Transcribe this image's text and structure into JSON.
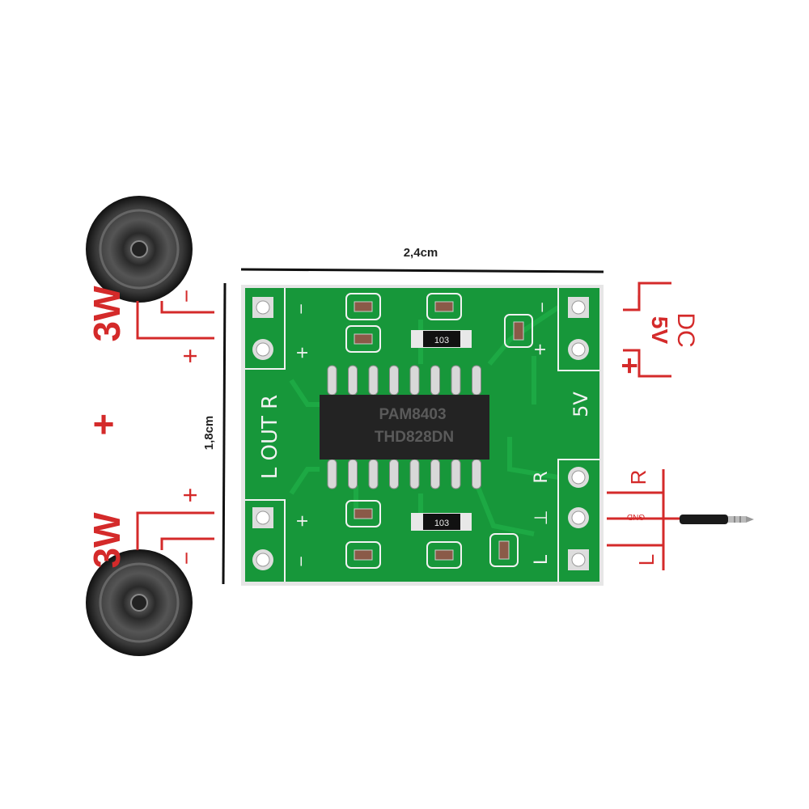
{
  "dimensions": {
    "width_label": "2,4cm",
    "height_label": "1,8cm"
  },
  "speakers": [
    {
      "power_label": "3W"
    },
    {
      "power_label": "3W"
    }
  ],
  "speaker_join_label": "+",
  "speaker_polarity": {
    "plus": "+",
    "minus": "−"
  },
  "chip": {
    "line1": "PAM8403",
    "line2": "THD828DN"
  },
  "resistor_label": "103",
  "silkscreen": {
    "output_label": "L OUT R",
    "power_label": "5V",
    "plus": "+",
    "minus": "−",
    "input_r": "R",
    "input_gnd": "⊥",
    "input_l": "L"
  },
  "power_input": {
    "voltage": "5V",
    "type": "DC",
    "plus": "+",
    "minus": "−"
  },
  "audio_input": {
    "r": "R",
    "gnd": "GND",
    "l": "L"
  },
  "colors": {
    "board": "#17973a",
    "annotation": "#d42a2a",
    "chip": "#232323"
  }
}
